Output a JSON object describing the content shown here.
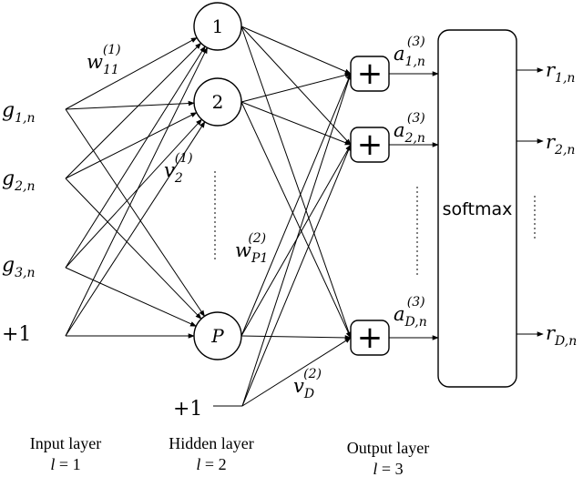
{
  "inputs": {
    "g1": {
      "base": "g",
      "sub": "1,n"
    },
    "g2": {
      "base": "g",
      "sub": "2,n"
    },
    "g3": {
      "base": "g",
      "sub": "3,n"
    },
    "bias": "+1"
  },
  "hidden_nodes": {
    "n1": "1",
    "n2": "2",
    "nP": "P"
  },
  "hidden_bias": "+1",
  "weights": {
    "w11": {
      "base": "w",
      "sub": "11",
      "sup": "(1)"
    },
    "v2": {
      "base": "v",
      "sub": "2",
      "sup": "(1)"
    },
    "wP1": {
      "base": "w",
      "sub": "P1",
      "sup": "(2)"
    },
    "vD": {
      "base": "v",
      "sub": "D",
      "sup": "(2)"
    }
  },
  "sum_symbol": "+",
  "activations": {
    "a1": {
      "base": "a",
      "sub": "1,n",
      "sup": "(3)"
    },
    "a2": {
      "base": "a",
      "sub": "2,n",
      "sup": "(3)"
    },
    "aD": {
      "base": "a",
      "sub": "D,n",
      "sup": "(3)"
    }
  },
  "softmax_label": "softmax",
  "outputs": {
    "r1": {
      "base": "r",
      "sub": "1,n"
    },
    "r2": {
      "base": "r",
      "sub": "2,n"
    },
    "rD": {
      "base": "r",
      "sub": "D,n"
    }
  },
  "layers": {
    "input": {
      "name": "Input layer",
      "l": "l",
      "eq": " = 1"
    },
    "hidden": {
      "name": "Hidden layer",
      "l": "l",
      "eq": " = 2"
    },
    "output": {
      "name": "Output layer",
      "l": "l",
      "eq": " = 3"
    }
  },
  "colors": {
    "stroke": "#000000",
    "background": "#ffffff"
  }
}
